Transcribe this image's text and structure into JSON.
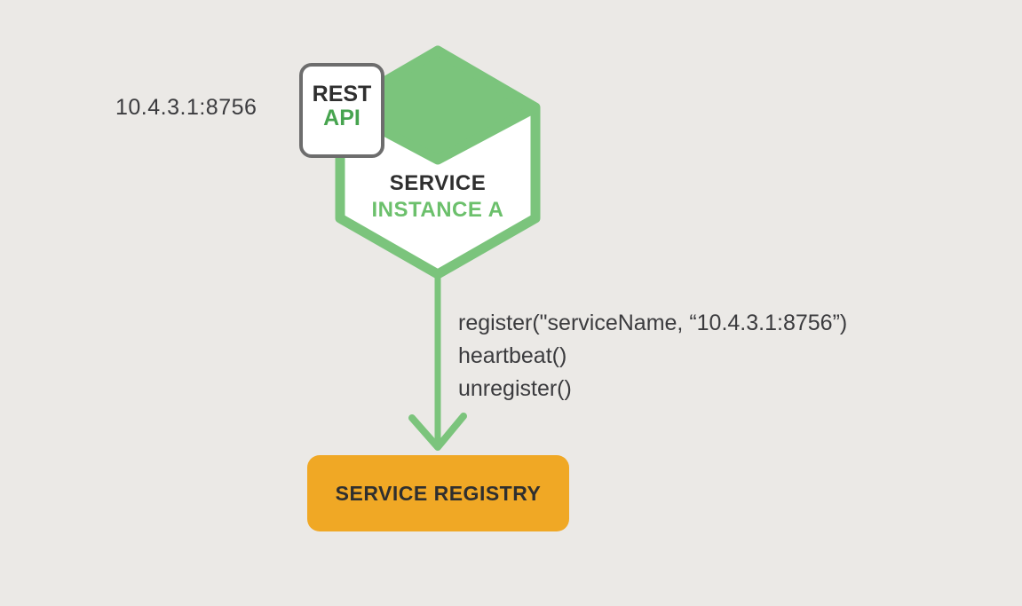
{
  "colors": {
    "background": "#ebe9e6",
    "green": "#7bc47c",
    "instance_green": "#6cc06c",
    "api_green": "#47a44f",
    "orange": "#f0a825",
    "badge_border": "#6d6d6d",
    "text_dark": "#3b3b3e",
    "text_black": "#2f2f2f",
    "white": "#ffffff"
  },
  "diagram": {
    "ip_label": "10.4.3.1:8756",
    "api_badge": {
      "line1": "REST",
      "line2": "API"
    },
    "service_instance": {
      "line1": "SERVICE",
      "line2": "INSTANCE A"
    },
    "operations": [
      "register(\"serviceName, “10.4.3.1:8756”)",
      "heartbeat()",
      "unregister()"
    ],
    "registry_label": "SERVICE REGISTRY"
  }
}
